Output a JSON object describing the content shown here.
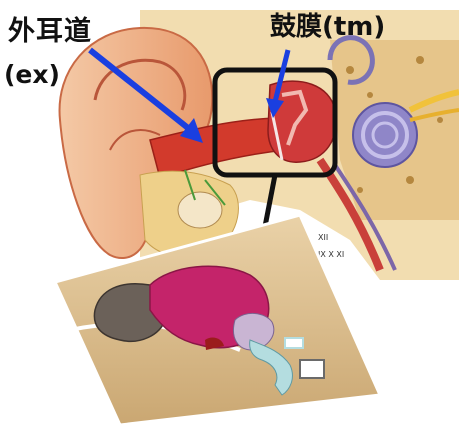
{
  "labels": {
    "external_canal_jp": "外耳道",
    "external_canal_abbr": "(ex)",
    "eardrum_label": "鼓膜(tm)"
  },
  "figure_marks": {
    "roman_1": "XII",
    "roman_2": "IX X XI"
  },
  "colors": {
    "arrow_blue": "#1a3fe0",
    "callout_box": "#111111",
    "skin": "#e9a77d",
    "canal_red": "#d23a2c",
    "bone": "#e8c56a",
    "cochlea": "#8f86c8",
    "inset_bg": "#d8b98a",
    "inset_pink": "#c4246a",
    "inset_cyan": "#b4dde0"
  }
}
